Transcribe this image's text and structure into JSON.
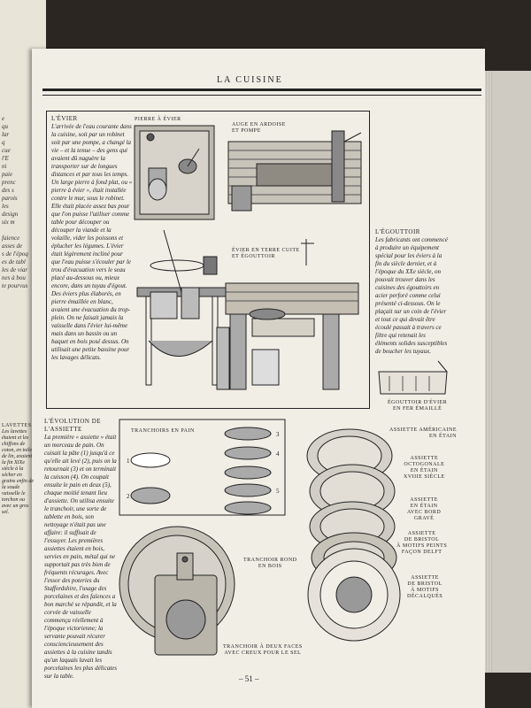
{
  "header": "LA CUISINE",
  "page_number": "– 51 –",
  "left_page_fragments": "e\nqu\nlar\nq\ncue\nl'E\nni\npaie\nprenc\ndes s\nparois\nles\ndesign\nsix m\n\nfaience\nasses de\ns de l'époq\nes de tabl\nles de viar\nnes à bou\nte pourvus",
  "evier": {
    "title": "L'ÉVIER",
    "body": "L'arrivée de l'eau courante dans la cuisine, soit par un robinet soit par une pompe, a changé la vie – et la tenue – des gens qui avaient dû naguère la transporter sur de longues distances et par tous les temps. Un large pierre à fond plat, ou « pierre à évier », était installée contre le mur, sous le robinet. Elle était placée assez bas pour que l'on puisse l'utiliser comme table pour découper ou découper la viande et la volaille, vider les poissons et éplucher les légumes. L'évier était légèrement incliné pour que l'eau puisse s'écouler par le trou d'évacuation vers le seau placé au-dessous ou, mieux encore, dans un tuyau d'égout. Des éviers plus élaborés, en pierre émaillée en blanc, avaient une évacuation du trop-plein. On ne faisait jamais la vaisselle dans l'évier lui-même mais dans un bassin ou un baquet en bois posé dessus. On utilisait une petite bassine pour les lavages délicats."
  },
  "egouttoir": {
    "title": "L'ÉGOUTTOIR",
    "body": "Les fabricants ont commencé à produire un équipement spécial pour les éviers à la fin du siècle dernier, et à l'époque du XXe siècle, on pouvait trouver dans les cuisines des égouttoirs en acier perforé comme celui présenté ci-dessous. On le plaçait sur un coin de l'évier et tout ce qui devait être écoulé passait à travers ce filtre qui retenait les éléments solides susceptibles de boucher les tuyaux."
  },
  "assiette": {
    "title": "L'ÉVOLUTION DE L'ASSIETTE",
    "body": "La première « assiette » était un morceau de pain. On cuisait la pâte (1) jusqu'à ce qu'elle ait levé (2), puis on la retournait (3) et on terminait la cuisson (4). On coupait ensuite le pain en deux (5), chaque moitié tenant lieu d'assiette. On utilisa ensuite le tranchoir, une sorte de tablette en bois, son nettoyage n'était pas une affaire: il suffisait de l'essuyer. Les premières assiettes étaient en bois, servies en pain, métal qui ne supportait pas très bien de fréquents récurages. Avec l'essor des poteries du Staffordshire, l'usage des porcelaines et des faïences a bon marché se répandit, et la corvée de vaisselle commença réellement à l'époque victorienne; la servante pouvait récurer consciencieusement des assiettes à la cuisine tandis qu'un laquais lavait les porcelaines les plus délicates sur la table."
  },
  "left_margin": {
    "title": "LAVETTES",
    "body": "Les lavettes étaient et les chiffons de coton, en toile de lin, avaient la fin XIXe siècle à la sécher en grains enfin de la soude vaisselle le torchon ou avec un gros sel."
  },
  "captions": {
    "pierre": "Pierre à évier",
    "auge": "Auge en ardoise\net pompe",
    "terre": "Évier en terre cuite\net égouttoir",
    "egouttoir_img": "Égouttoir d'évier\nen fer émaillé",
    "tranchoirs_pain": "Tranchoirs en pain",
    "tranchoir_rond": "Tranchoir rond\nen bois",
    "tranchoir_faces": "Tranchoir à deux faces\navec creux pour le sel",
    "a_americaine": "Assiette américaine\nen étain",
    "a_octogonale": "Assiette\noctogonale\nen étain\nXVIIIe siècle",
    "a_grave": "Assiette\nen étain\navec bord\ngravé",
    "a_bristol": "Assiette\nde Bristol\nà motifs peints\nfaçon Delft",
    "a_decal": "Assiette\nde Bristol\nà motifs\ndécalqués"
  },
  "tranchoir_numbers": [
    "1",
    "2",
    "3",
    "4",
    "5"
  ]
}
